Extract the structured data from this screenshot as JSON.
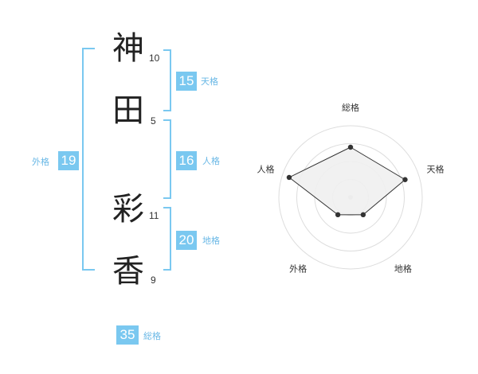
{
  "name": {
    "characters": [
      {
        "char": "神",
        "strokes": "10"
      },
      {
        "char": "田",
        "strokes": "5"
      },
      {
        "char": "彩",
        "strokes": "11"
      },
      {
        "char": "香",
        "strokes": "9"
      }
    ]
  },
  "fortune": {
    "tenkaku": {
      "label": "天格",
      "value": "15"
    },
    "jinkaku": {
      "label": "人格",
      "value": "16"
    },
    "chikaku": {
      "label": "地格",
      "value": "20"
    },
    "gaikaku": {
      "label": "外格",
      "value": "19"
    },
    "soukaku": {
      "label": "総格",
      "value": "35"
    }
  },
  "colors": {
    "accent": "#7ac8f0",
    "label": "#6ab8e6",
    "radar_fill": "#f0f0f0"
  },
  "chart_data": {
    "type": "radar",
    "axes": [
      "総格",
      "天格",
      "地格",
      "外格",
      "人格"
    ],
    "values": [
      0.7,
      0.8,
      0.3,
      0.3,
      0.9
    ],
    "rings": 4,
    "range": [
      0,
      1
    ]
  }
}
